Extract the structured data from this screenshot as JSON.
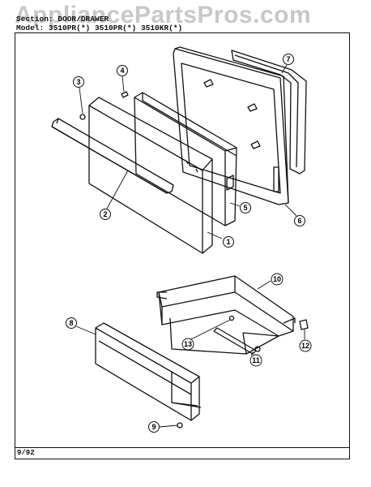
{
  "watermark": {
    "text": "AppliancePartsPros.com"
  },
  "header": {
    "section_label": "Section:",
    "section_value": "DOOR/DRAWER",
    "model_label": "Model:",
    "models": [
      "3510PR(*)",
      "3510PR(*)",
      "3510KR(*)"
    ]
  },
  "footer": {
    "date": "9/92"
  },
  "callouts": [
    "1",
    "2",
    "3",
    "4",
    "5",
    "6",
    "7",
    "8",
    "9",
    "10",
    "11",
    "12",
    "13"
  ]
}
